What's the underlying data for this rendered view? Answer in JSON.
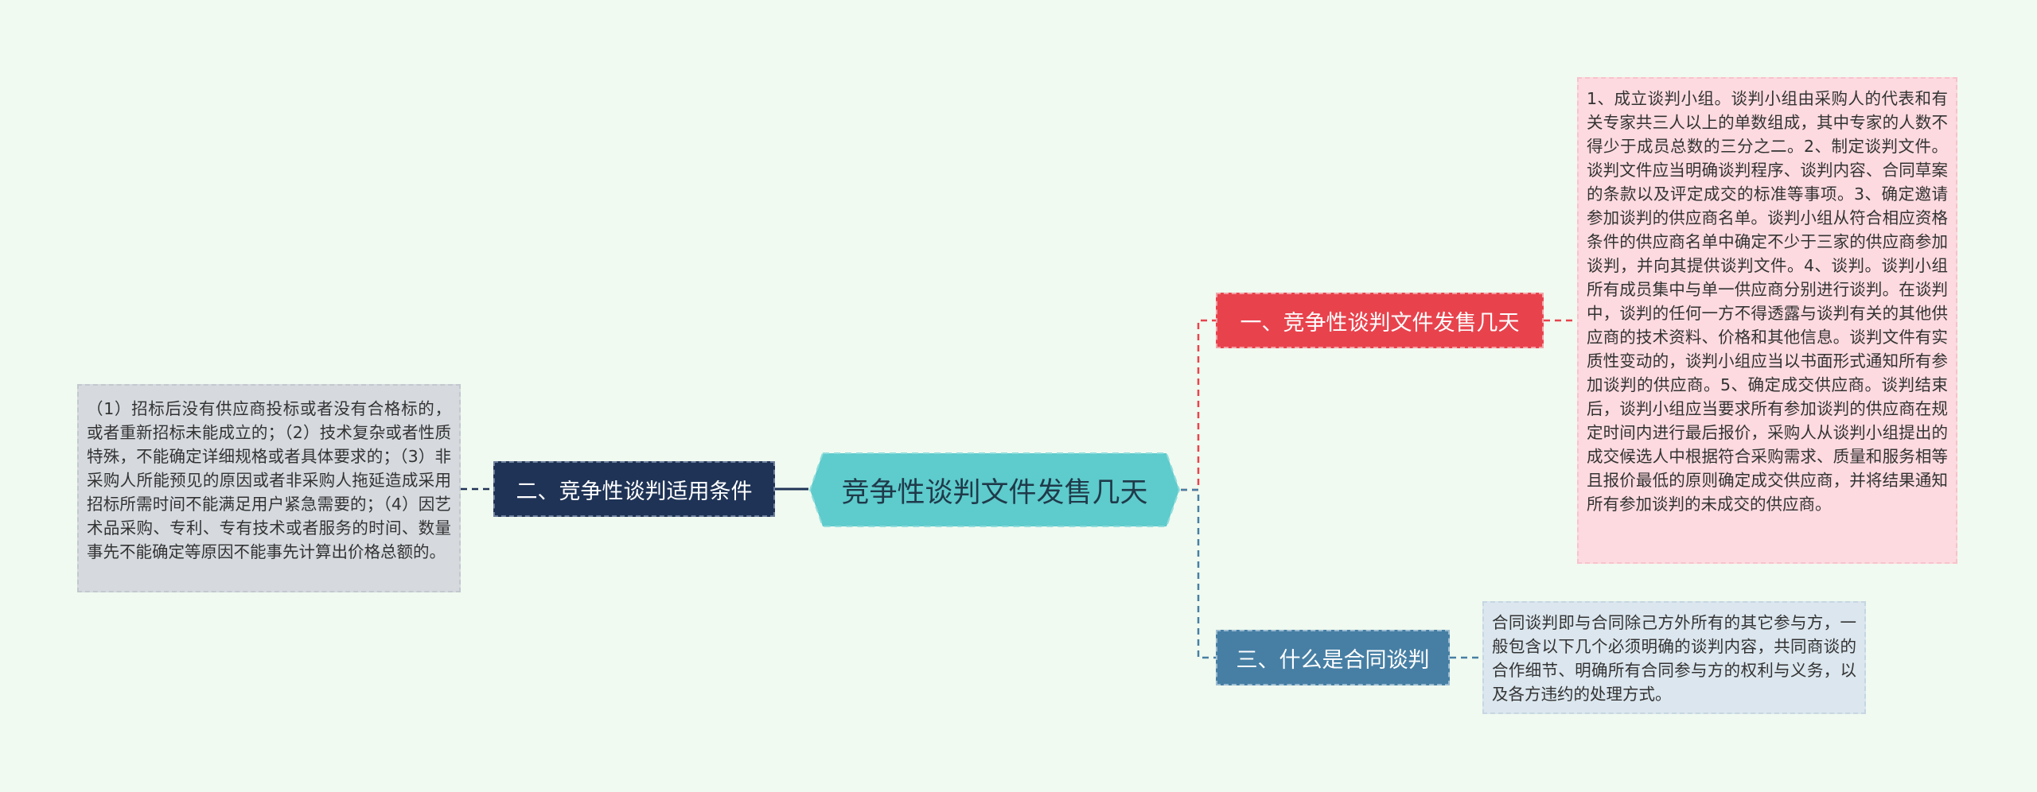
{
  "mindmap": {
    "center": {
      "label": "竞争性谈判文件发售几天"
    },
    "branches": [
      {
        "label": "一、竞争性谈判文件发售几天",
        "color": "#e8434d",
        "detail": "1、成立谈判小组。谈判小组由采购人的代表和有关专家共三人以上的单数组成，其中专家的人数不得少于成员总数的三分之二。2、制定谈判文件。谈判文件应当明确谈判程序、谈判内容、合同草案的条款以及评定成交的标准等事项。3、确定邀请参加谈判的供应商名单。谈判小组从符合相应资格条件的供应商名单中确定不少于三家的供应商参加谈判，并向其提供谈判文件。4、谈判。谈判小组所有成员集中与单一供应商分别进行谈判。在谈判中，谈判的任何一方不得透露与谈判有关的其他供应商的技术资料、价格和其他信息。谈判文件有实质性变动的，谈判小组应当以书面形式通知所有参加谈判的供应商。5、确定成交供应商。谈判结束后，谈判小组应当要求所有参加谈判的供应商在规定时间内进行最后报价，采购人从谈判小组提出的成交候选人中根据符合采购需求、质量和服务相等且报价最低的原则确定成交供应商，并将结果通知所有参加谈判的未成交的供应商。"
      },
      {
        "label": "二、竞争性谈判适用条件",
        "color": "#1f3356",
        "detail": "（1）招标后没有供应商投标或者没有合格标的，或者重新招标未能成立的；（2）技术复杂或者性质特殊，不能确定详细规格或者具体要求的；（3）非采购人所能预见的原因或者非采购人拖延造成采用招标所需时间不能满足用户紧急需要的；（4）因艺术品采购、专利、专有技术或者服务的时间、数量事先不能确定等原因不能事先计算出价格总额的。"
      },
      {
        "label": "三、什么是合同谈判",
        "color": "#477fa4",
        "detail": "合同谈判即与合同除己方外所有的其它参与方，一般包含以下几个必须明确的谈判内容，共同商谈的合作细节、明确所有合同参与方的权利与义务，以及各方违约的处理方式。"
      }
    ]
  }
}
